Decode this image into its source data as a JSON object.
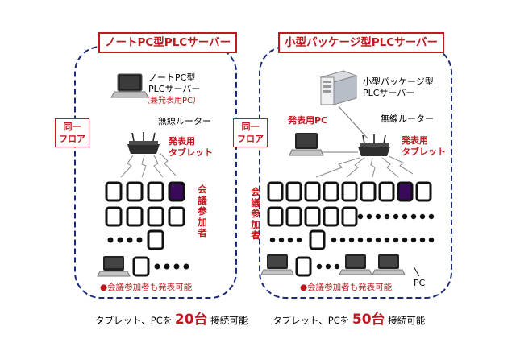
{
  "left": {
    "title": "ノートPC型PLCサーバー",
    "floor_label": [
      "同一",
      "フロア"
    ],
    "server_label": [
      "ノートPC型",
      "PLCサーバー"
    ],
    "server_note": "（兼発表用PC）",
    "router_label": "無線ルーター",
    "tablet_label": [
      "発表用",
      "タブレット"
    ],
    "participants_label": "会議参加者",
    "note": "●会議参加者も発表可能",
    "caption_prefix": "タブレット、PCを",
    "caption_number": "20台",
    "caption_suffix": "接続可能"
  },
  "right": {
    "title": "小型パッケージ型PLCサーバー",
    "floor_label": [
      "同一",
      "フロア"
    ],
    "server_label": [
      "小型パッケージ型",
      "PLCサーバー"
    ],
    "presenter_pc_label": "発表用PC",
    "router_label": "無線ルーター",
    "tablet_label": [
      "発表用",
      "タブレット"
    ],
    "participants_label": "会議参加者",
    "note": "●会議参加者も発表可能",
    "pc_label": "PC",
    "caption_prefix": "タブレット、PCを",
    "caption_number": "50台",
    "caption_suffix": "接続可能"
  },
  "colors": {
    "accent_red": "#c0181f",
    "dash_navy": "#1c2a7a",
    "highlight_tablet": "#3a0a5a"
  },
  "icons": [
    "laptop-icon",
    "router-icon",
    "tablet-icon",
    "server-icon",
    "wifi-signal-icon",
    "dot-icon"
  ]
}
